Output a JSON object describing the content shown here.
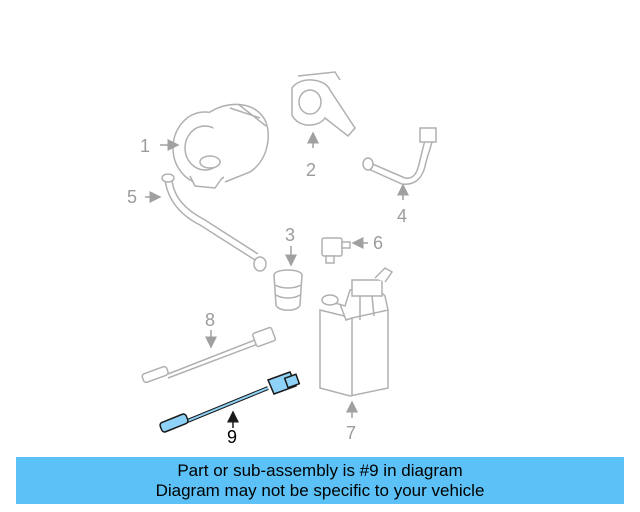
{
  "diagram": {
    "callouts": [
      {
        "id": "1",
        "label": "1",
        "active": false
      },
      {
        "id": "2",
        "label": "2",
        "active": false
      },
      {
        "id": "3",
        "label": "3",
        "active": false
      },
      {
        "id": "4",
        "label": "4",
        "active": false
      },
      {
        "id": "5",
        "label": "5",
        "active": false
      },
      {
        "id": "6",
        "label": "6",
        "active": false
      },
      {
        "id": "7",
        "label": "7",
        "active": false
      },
      {
        "id": "8",
        "label": "8",
        "active": false
      },
      {
        "id": "9",
        "label": "9",
        "active": true
      }
    ],
    "colors": {
      "part_stroke": "#b0b0b0",
      "highlight_stroke": "#1a1a1a",
      "highlight_fill": "#8fd2f7",
      "banner_bg": "#5bc1f6"
    }
  },
  "banner": {
    "line1": "Part or sub-assembly is #9 in diagram",
    "line2": "Diagram may not be specific to your vehicle"
  }
}
